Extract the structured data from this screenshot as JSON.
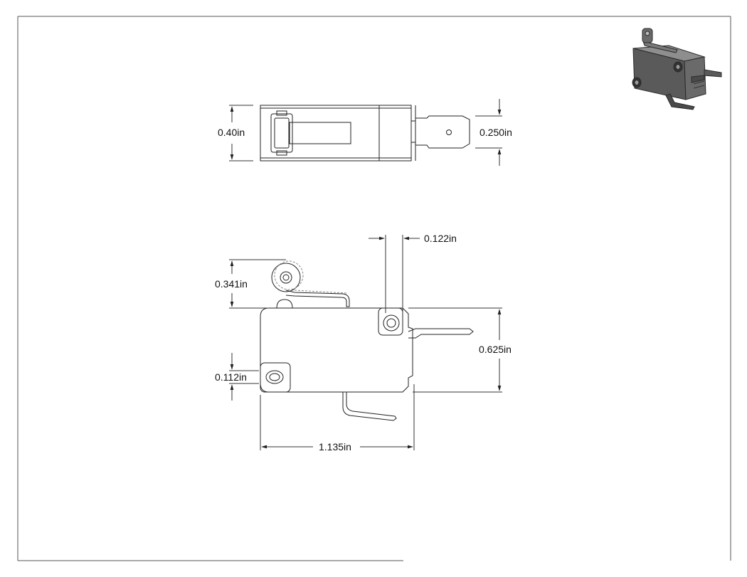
{
  "dimensions": {
    "body_height": "0.40in",
    "terminal_width": "0.250in",
    "hole_spacing": "0.122in",
    "roller_height": "0.341in",
    "body_depth": "0.625in",
    "mount_hole_offset": "0.112in",
    "body_length": "1.135in"
  },
  "colors": {
    "line": "#222222",
    "dim_line": "#333333",
    "iso_dark": "#4a4a4a",
    "iso_mid": "#6a6a6a",
    "iso_light": "#8e8e8e"
  },
  "views": {
    "top_view": "top-view",
    "front_view": "front-view",
    "iso_preview": "isometric-preview"
  }
}
